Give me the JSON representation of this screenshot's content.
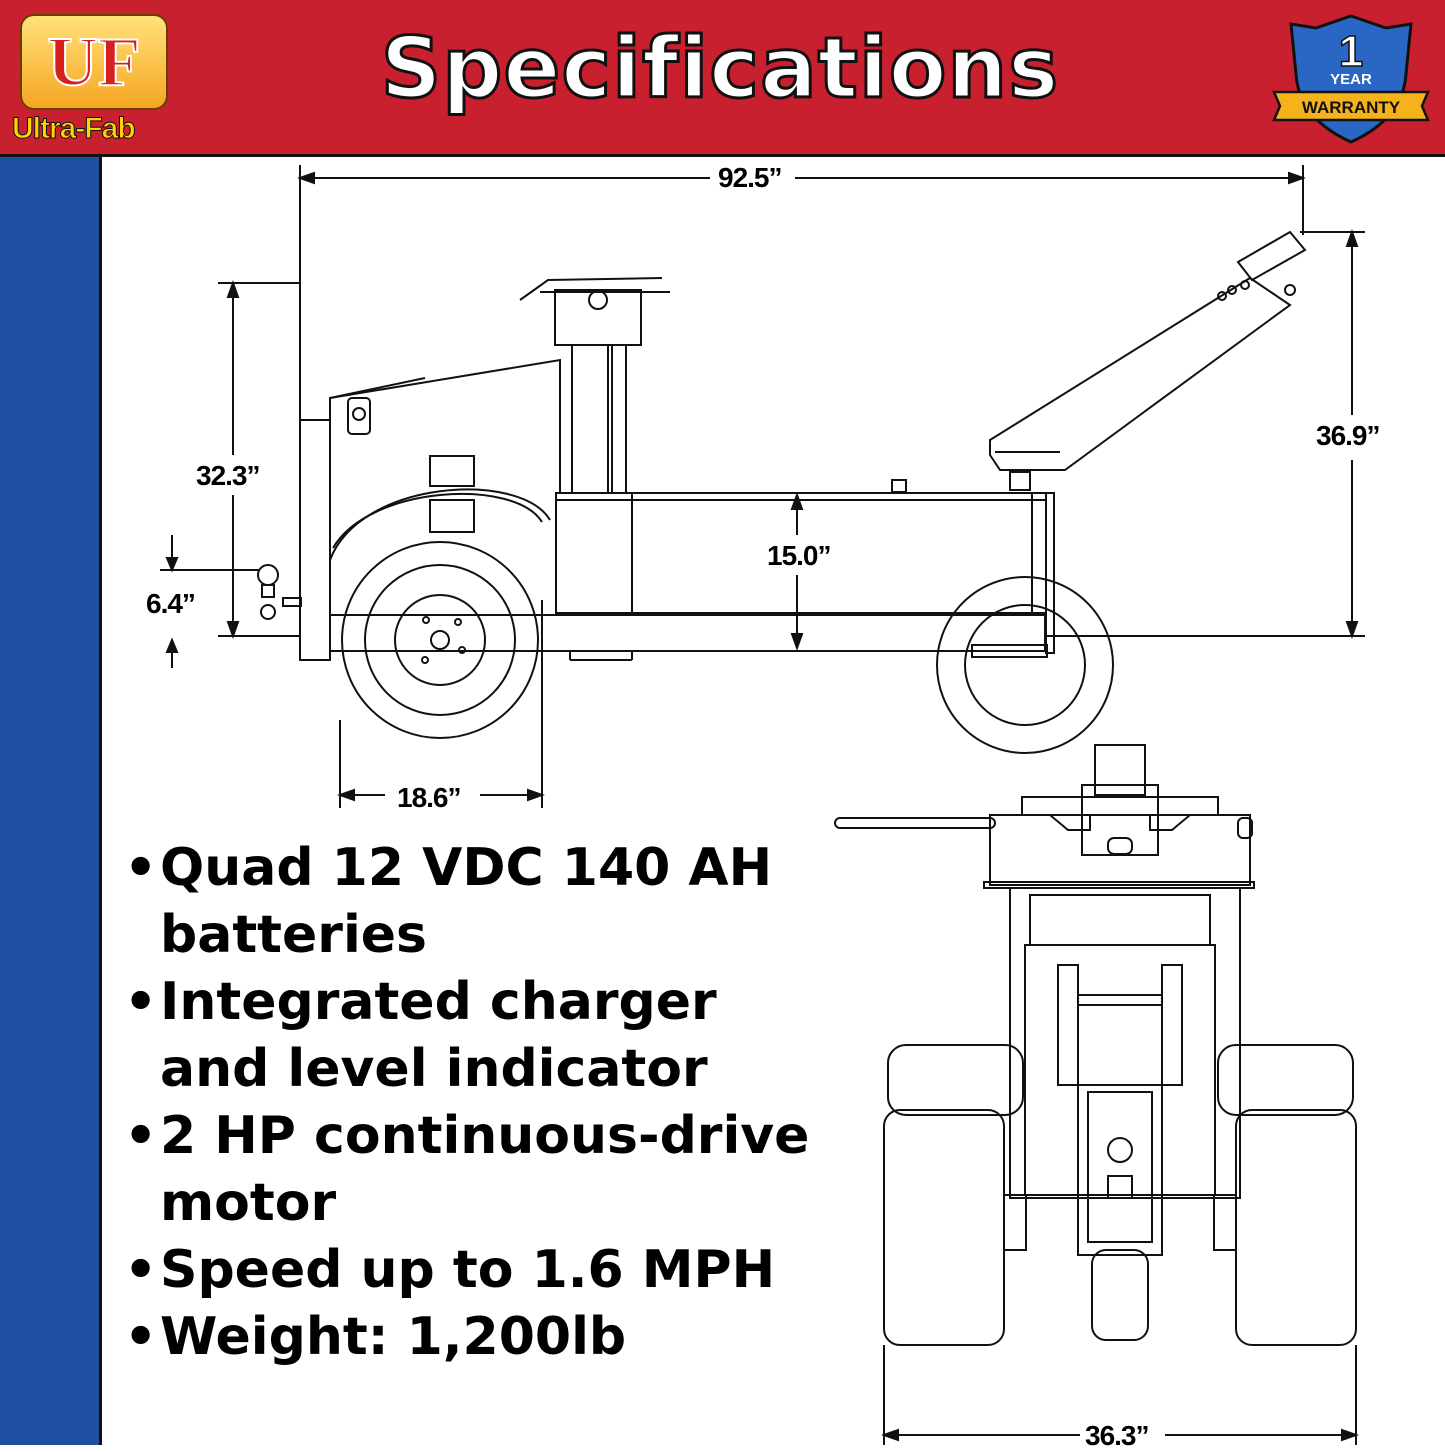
{
  "header": {
    "title": "Specifications"
  },
  "logo": {
    "letters": "UF",
    "name": "Ultra-Fab"
  },
  "warranty_badge": {
    "number": "1",
    "line1": "YEAR",
    "line2": "WARRANTY"
  },
  "dimensions": {
    "overall_length": "92.5”",
    "overall_height": "36.9”",
    "frame_height": "32.3”",
    "hitch_height": "6.4”",
    "box_height": "15.0”",
    "wheel_base": "18.6”",
    "overall_width": "36.3”"
  },
  "specs": [
    "Quad 12 VDC 140 AH batteries",
    "Integrated charger and level indicator",
    "2 HP continuous-drive motor",
    "Speed up to 1.6 MPH",
    "Weight: 1,200lb"
  ],
  "colors": {
    "header_red": "#c8202e",
    "sidebar_blue": "#1f4fa0",
    "logo_gold": "#f5a623",
    "badge_blue": "#2a66c4"
  }
}
